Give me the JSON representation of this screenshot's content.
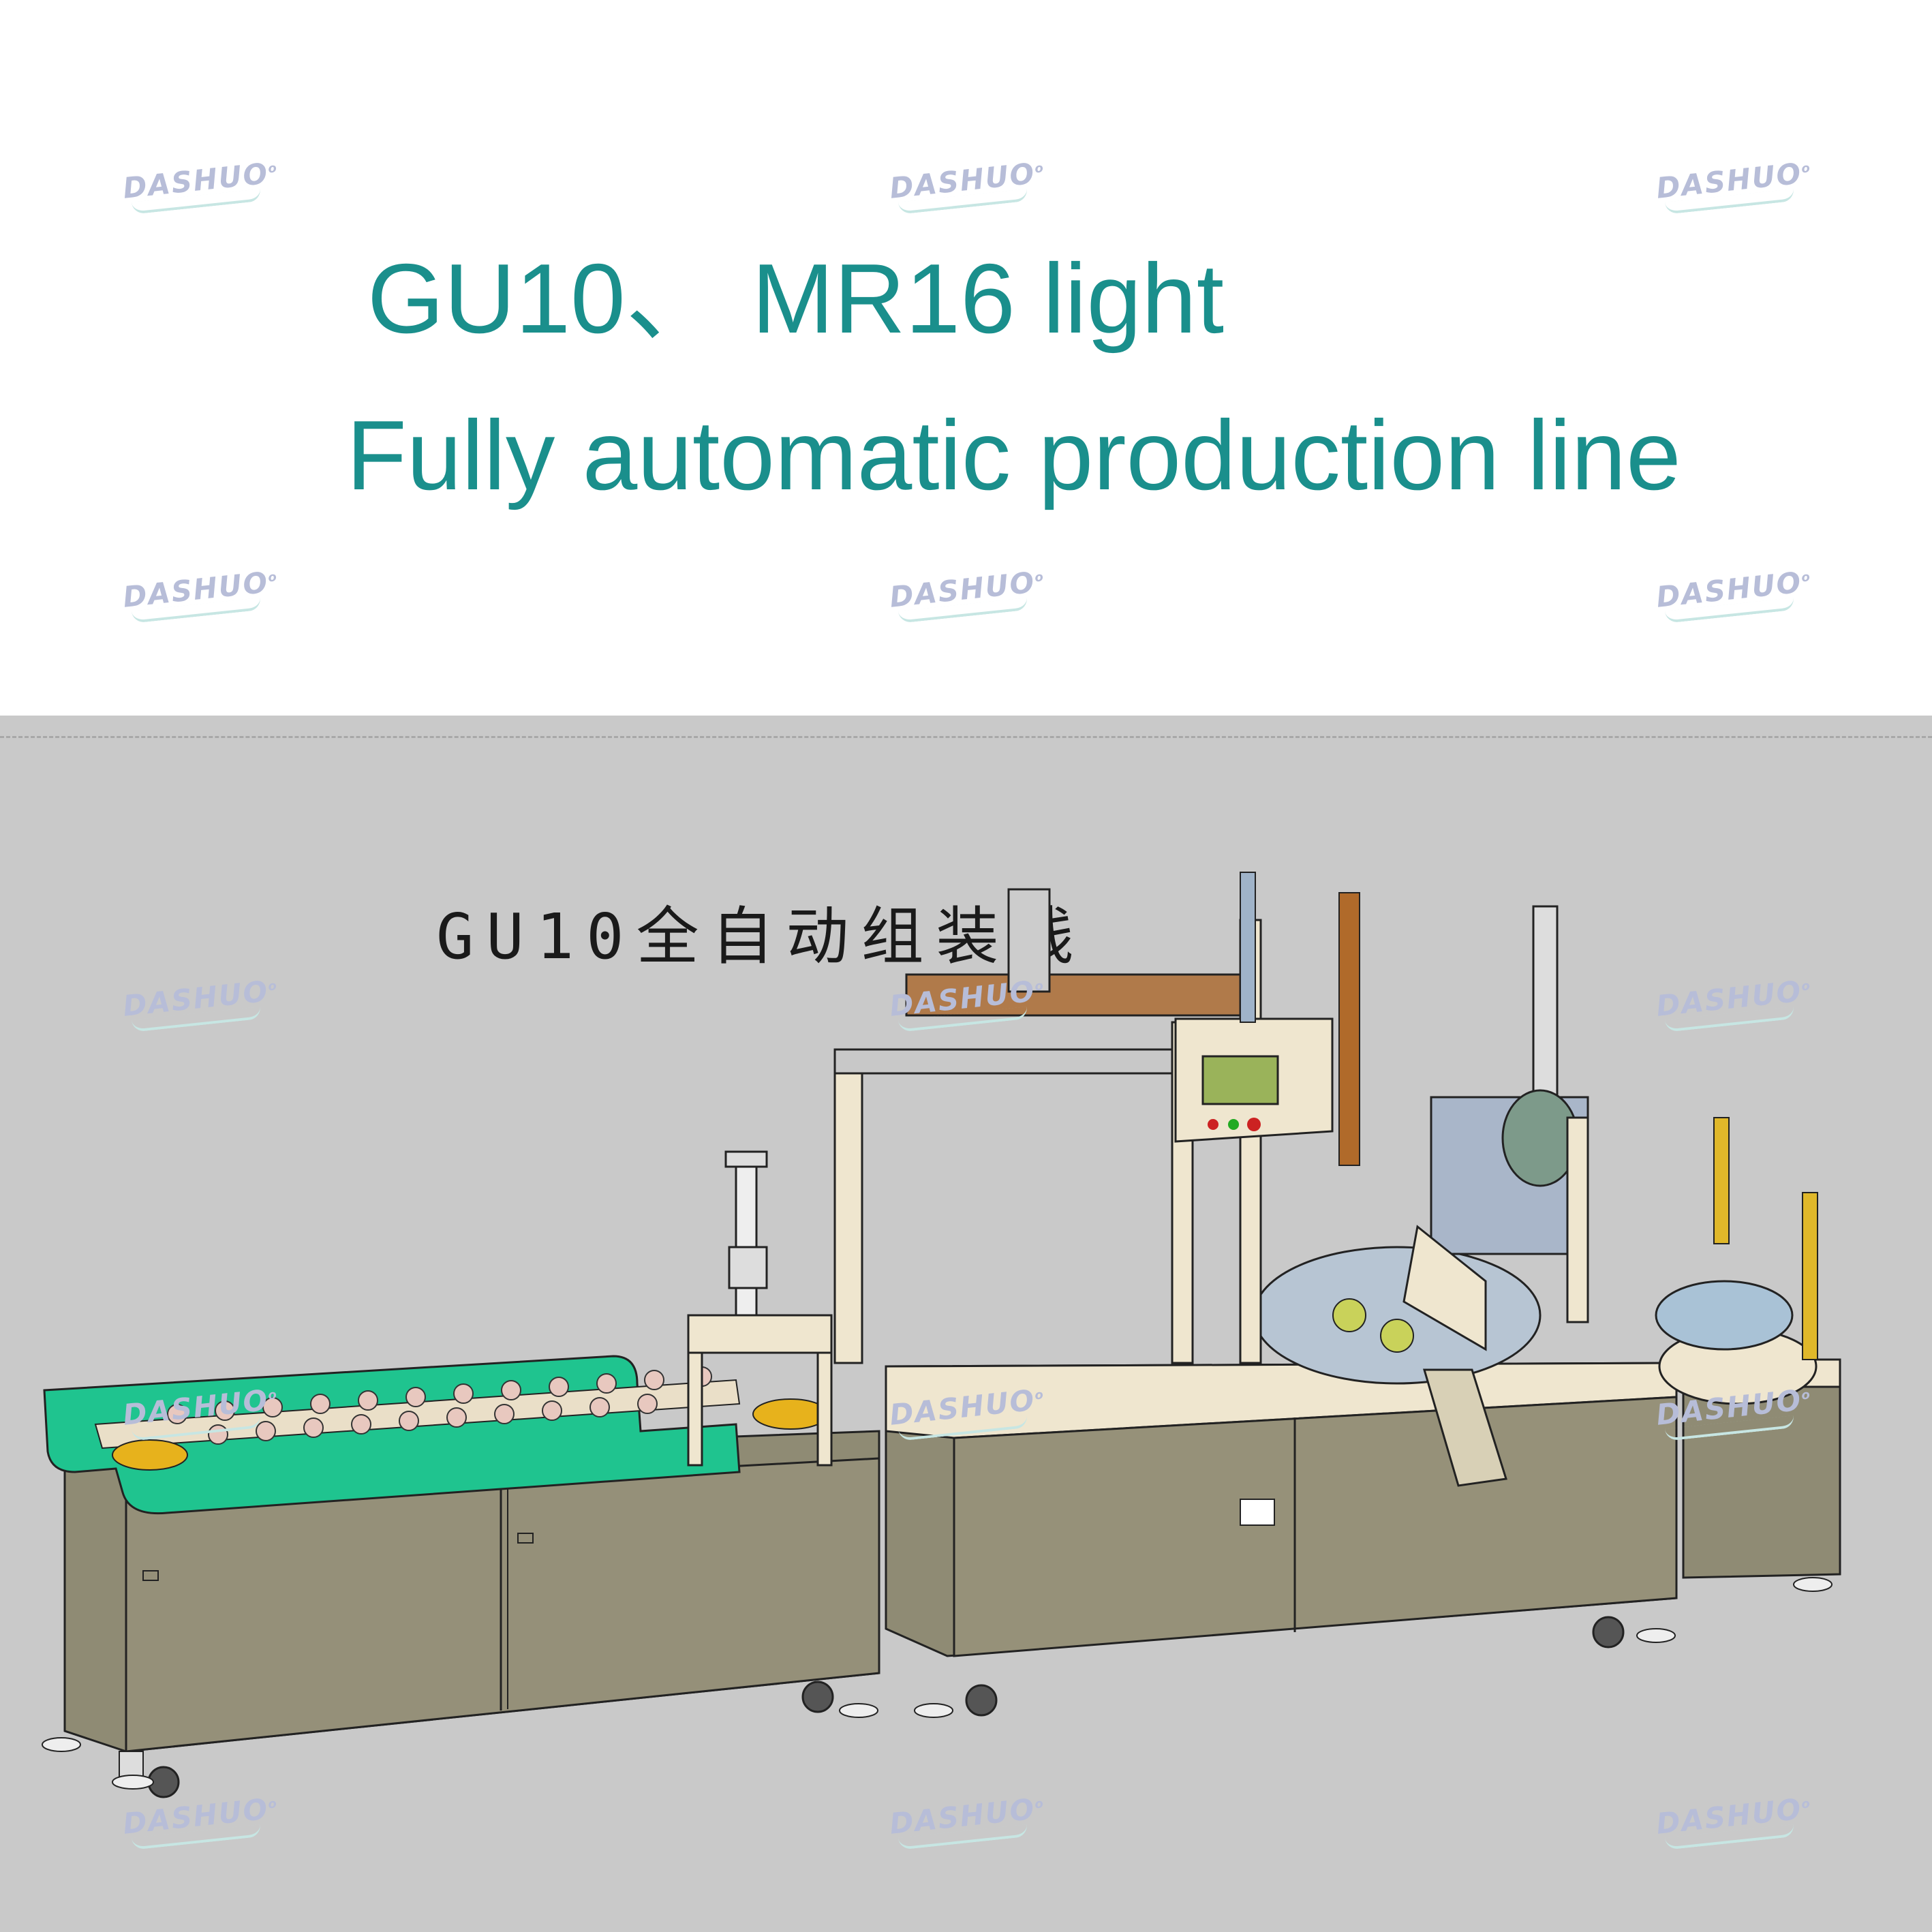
{
  "title": {
    "line1": "GU10、 MR16 light",
    "line2": "Fully automatic production line"
  },
  "drawing": {
    "label": "GU10全自动组装线"
  },
  "watermark": {
    "text": "DASHUO",
    "mark": "o"
  },
  "colors": {
    "title": "#1a8f8c",
    "background_bottom": "#c9c9c9",
    "cabinet": "#8f8b74",
    "frame": "#efe6cf",
    "conveyor": "#1fc48f",
    "watermark": "#b7bdd8"
  }
}
